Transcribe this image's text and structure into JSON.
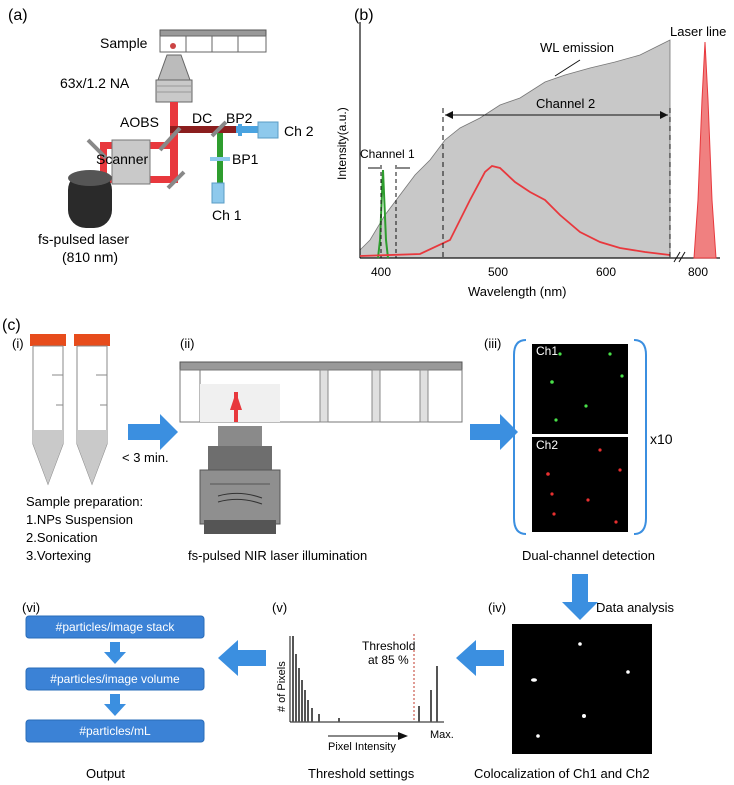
{
  "panel_a": {
    "label": "(a)",
    "sample": "Sample",
    "objective": "63x/1.2 NA",
    "aobs": "AOBS",
    "dc": "DC",
    "bp2": "BP2",
    "ch2": "Ch 2",
    "scanner": "Scanner",
    "bp1": "BP1",
    "ch1": "Ch 1",
    "laser_line1": "fs-pulsed laser",
    "laser_line2": "(810 nm)"
  },
  "panel_b": {
    "label": "(b)",
    "wl_emission": "WL emission",
    "laser_line": "Laser line",
    "channel1": "Channel 1",
    "channel2": "Channel 2",
    "ylabel": "Intensity(a.u.)",
    "xlabel": "Wavelength (nm)",
    "ticks": [
      "400",
      "500",
      "600",
      "800"
    ]
  },
  "panel_c": {
    "label": "(c)",
    "i": {
      "label": "(i)",
      "caption_title": "Sample preparation:",
      "steps": [
        "1.NPs Suspension",
        "2.Sonication",
        "3.Vortexing"
      ]
    },
    "arrow_time": "< 3 min.",
    "ii": {
      "label": "(ii)",
      "caption": "fs-pulsed NIR laser illumination"
    },
    "iii": {
      "label": "(iii)",
      "ch1": "Ch1",
      "ch2": "Ch2",
      "repeat": "x10",
      "caption": "Dual-channel detection"
    },
    "data_analysis": "Data analysis",
    "iv": {
      "label": "(iv)",
      "caption": "Colocalization of Ch1 and Ch2"
    },
    "v": {
      "label": "(v)",
      "threshold_line1": "Threshold",
      "threshold_line2": "at 85 %",
      "ylabel": "# of Pixels",
      "xlabel": "Pixel Intensity",
      "max": "Max.",
      "caption": "Threshold settings"
    },
    "vi": {
      "label": "(vi)",
      "boxes": [
        "#particles/image stack",
        "#particles/image volume",
        "#particles/mL"
      ],
      "caption": "Output"
    }
  },
  "colors": {
    "laser_red": "#e8383d",
    "green": "#2e9d2e",
    "blue_arrow": "#3b8fe0",
    "box_blue": "#3b82d6",
    "spectrum_grey": "#c8c8c8"
  }
}
